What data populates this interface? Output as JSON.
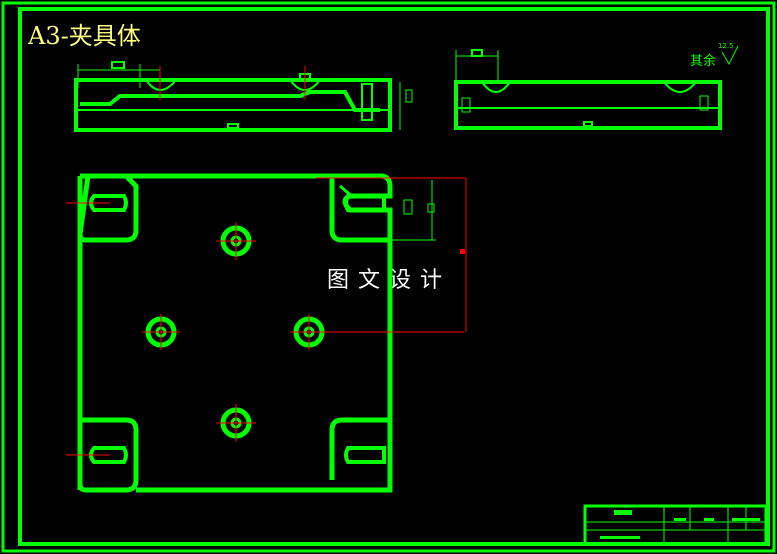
{
  "drawing": {
    "title": "A3-夹具体",
    "roughness_label": "其余",
    "roughness_value": "12.5",
    "watermark": "图文设计"
  },
  "colors": {
    "background": "#000000",
    "outline": "#00ff00",
    "centerline": "#ff0000",
    "title_text": "#ffff80",
    "watermark_text": "#ffffff"
  }
}
